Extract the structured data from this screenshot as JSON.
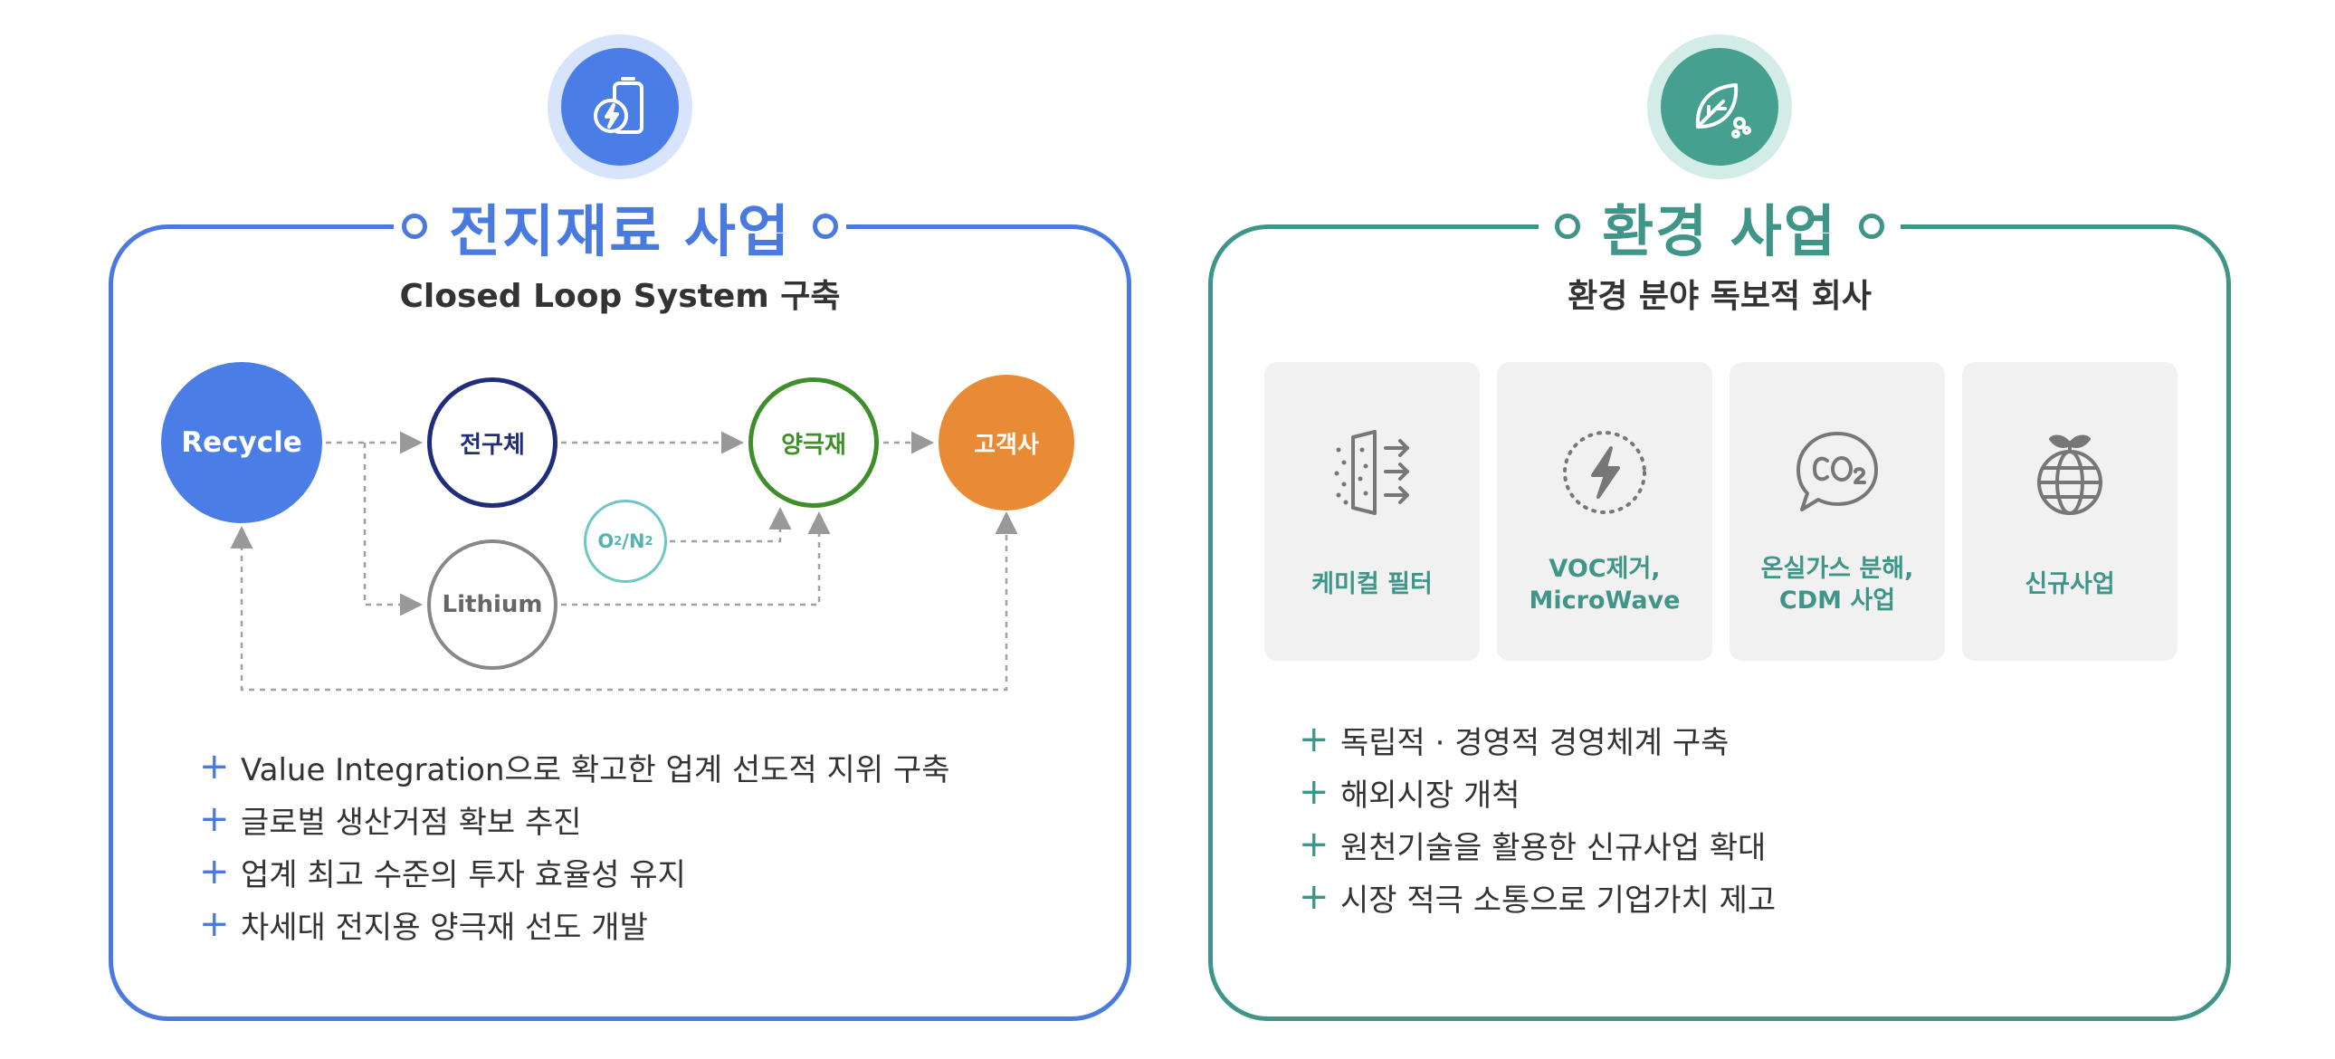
{
  "colors": {
    "battery_accent": "#4a79e0",
    "env_accent": "#3f9688",
    "customer": "#e98a35",
    "cathode": "#3e8f2a",
    "precursor": "#1f2d7a",
    "o2": "#56b3b1"
  },
  "battery": {
    "icon": "battery-bolt-icon",
    "title": "전지재료 사업",
    "subtitle": "Closed Loop System 구축",
    "diagram": {
      "recycle": "Recycle",
      "precursor": "전구체",
      "cathode": "양극재",
      "customer": "고객사",
      "lithium": "Lithium",
      "o2_a": "O",
      "o2_sub_a": "2",
      "o2_sep": "/N",
      "o2_sub_b": "2"
    },
    "bullets": [
      "Value Integration으로 확고한 업계 선도적 지위 구축",
      "글로벌 생산거점 확보 추진",
      "업계 최고 수준의 투자 효율성 유지",
      "차세대 전지용 양극재 선도 개발"
    ]
  },
  "environment": {
    "icon": "leaf-icon",
    "title": "환경 사업",
    "subtitle": "환경 분야 독보적 회사",
    "cards": [
      {
        "icon": "filter-icon",
        "label": "케미컬 필터"
      },
      {
        "icon": "lightning-circle-icon",
        "label": "VOC제거,\nMicroWave"
      },
      {
        "icon": "co2-bubble-icon",
        "label": "온실가스 분해,\nCDM 사업"
      },
      {
        "icon": "globe-sprout-icon",
        "label": "신규사업"
      }
    ],
    "bullets": [
      "독립적 · 경영적 경영체계 구축",
      "해외시장 개척",
      "원천기술을 활용한 신규사업 확대",
      "시장 적극 소통으로 기업가치 제고"
    ]
  },
  "bullet_marker": "+"
}
